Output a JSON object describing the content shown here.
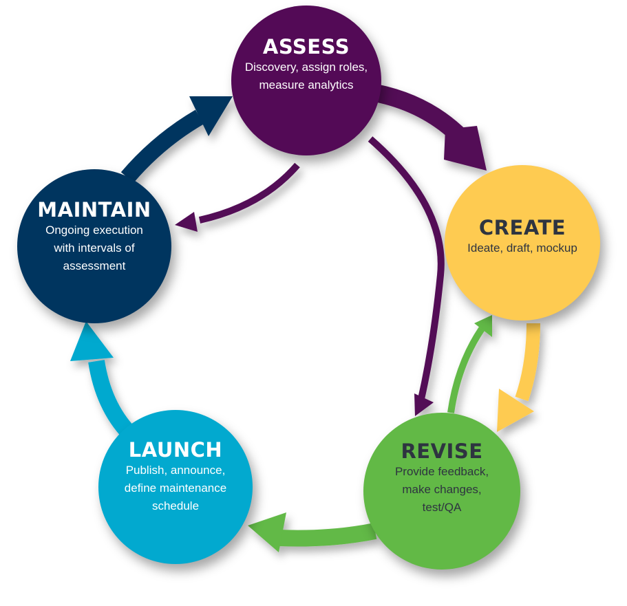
{
  "diagram": {
    "type": "cycle",
    "colors": {
      "assess": "#530a56",
      "create": "#fecb51",
      "revise": "#62b946",
      "launch": "#02a9cf",
      "maintain": "#00355f",
      "dark_text": "#2e3440",
      "light_text": "#ffffff"
    },
    "nodes": [
      {
        "id": "assess",
        "title": "ASSESS",
        "lines": [
          "Discovery, assign roles,",
          "measure analytics"
        ]
      },
      {
        "id": "create",
        "title": "CREATE",
        "lines": [
          "Ideate, draft, mockup"
        ]
      },
      {
        "id": "revise",
        "title": "REVISE",
        "lines": [
          "Provide feedback,",
          "make changes,",
          "test/QA"
        ]
      },
      {
        "id": "launch",
        "title": "LAUNCH",
        "lines": [
          "Publish, announce,",
          "define maintenance",
          "schedule"
        ]
      },
      {
        "id": "maintain",
        "title": "MAINTAIN",
        "lines": [
          "Ongoing execution",
          "with intervals of",
          "assessment"
        ]
      }
    ],
    "edges": [
      {
        "from": "assess",
        "to": "create",
        "color": "#530a56"
      },
      {
        "from": "assess",
        "to": "revise",
        "color": "#530a56"
      },
      {
        "from": "assess",
        "to": "maintain",
        "color": "#530a56"
      },
      {
        "from": "create",
        "to": "revise",
        "color": "#fecb51"
      },
      {
        "from": "revise",
        "to": "create",
        "color": "#62b946"
      },
      {
        "from": "revise",
        "to": "launch",
        "color": "#62b946"
      },
      {
        "from": "launch",
        "to": "maintain",
        "color": "#02a9cf"
      },
      {
        "from": "maintain",
        "to": "assess",
        "color": "#00355f"
      }
    ]
  }
}
